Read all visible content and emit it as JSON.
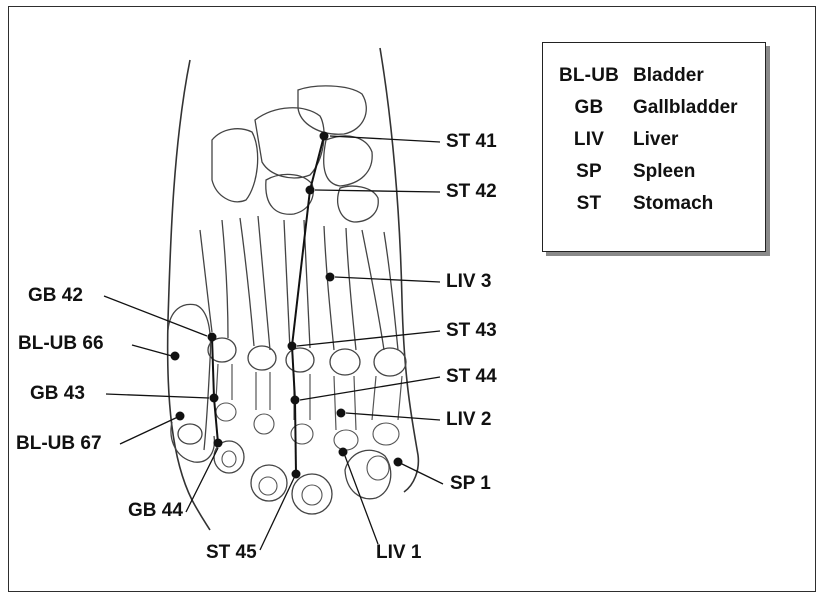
{
  "legend": [
    {
      "code": "BL-UB",
      "name": "Bladder"
    },
    {
      "code": "GB",
      "name": "Gallbladder"
    },
    {
      "code": "LIV",
      "name": "Liver"
    },
    {
      "code": "SP",
      "name": "Spleen"
    },
    {
      "code": "ST",
      "name": "Stomach"
    }
  ],
  "points": {
    "st41": "ST 41",
    "st42": "ST 42",
    "liv3": "LIV 3",
    "st43": "ST 43",
    "st44": "ST 44",
    "liv2": "LIV 2",
    "sp1": "SP 1",
    "gb42": "GB 42",
    "blub66": "BL-UB 66",
    "gb43": "GB 43",
    "blub67": "BL-UB 67",
    "gb44": "GB 44",
    "st45": "ST 45",
    "liv1": "LIV 1"
  }
}
